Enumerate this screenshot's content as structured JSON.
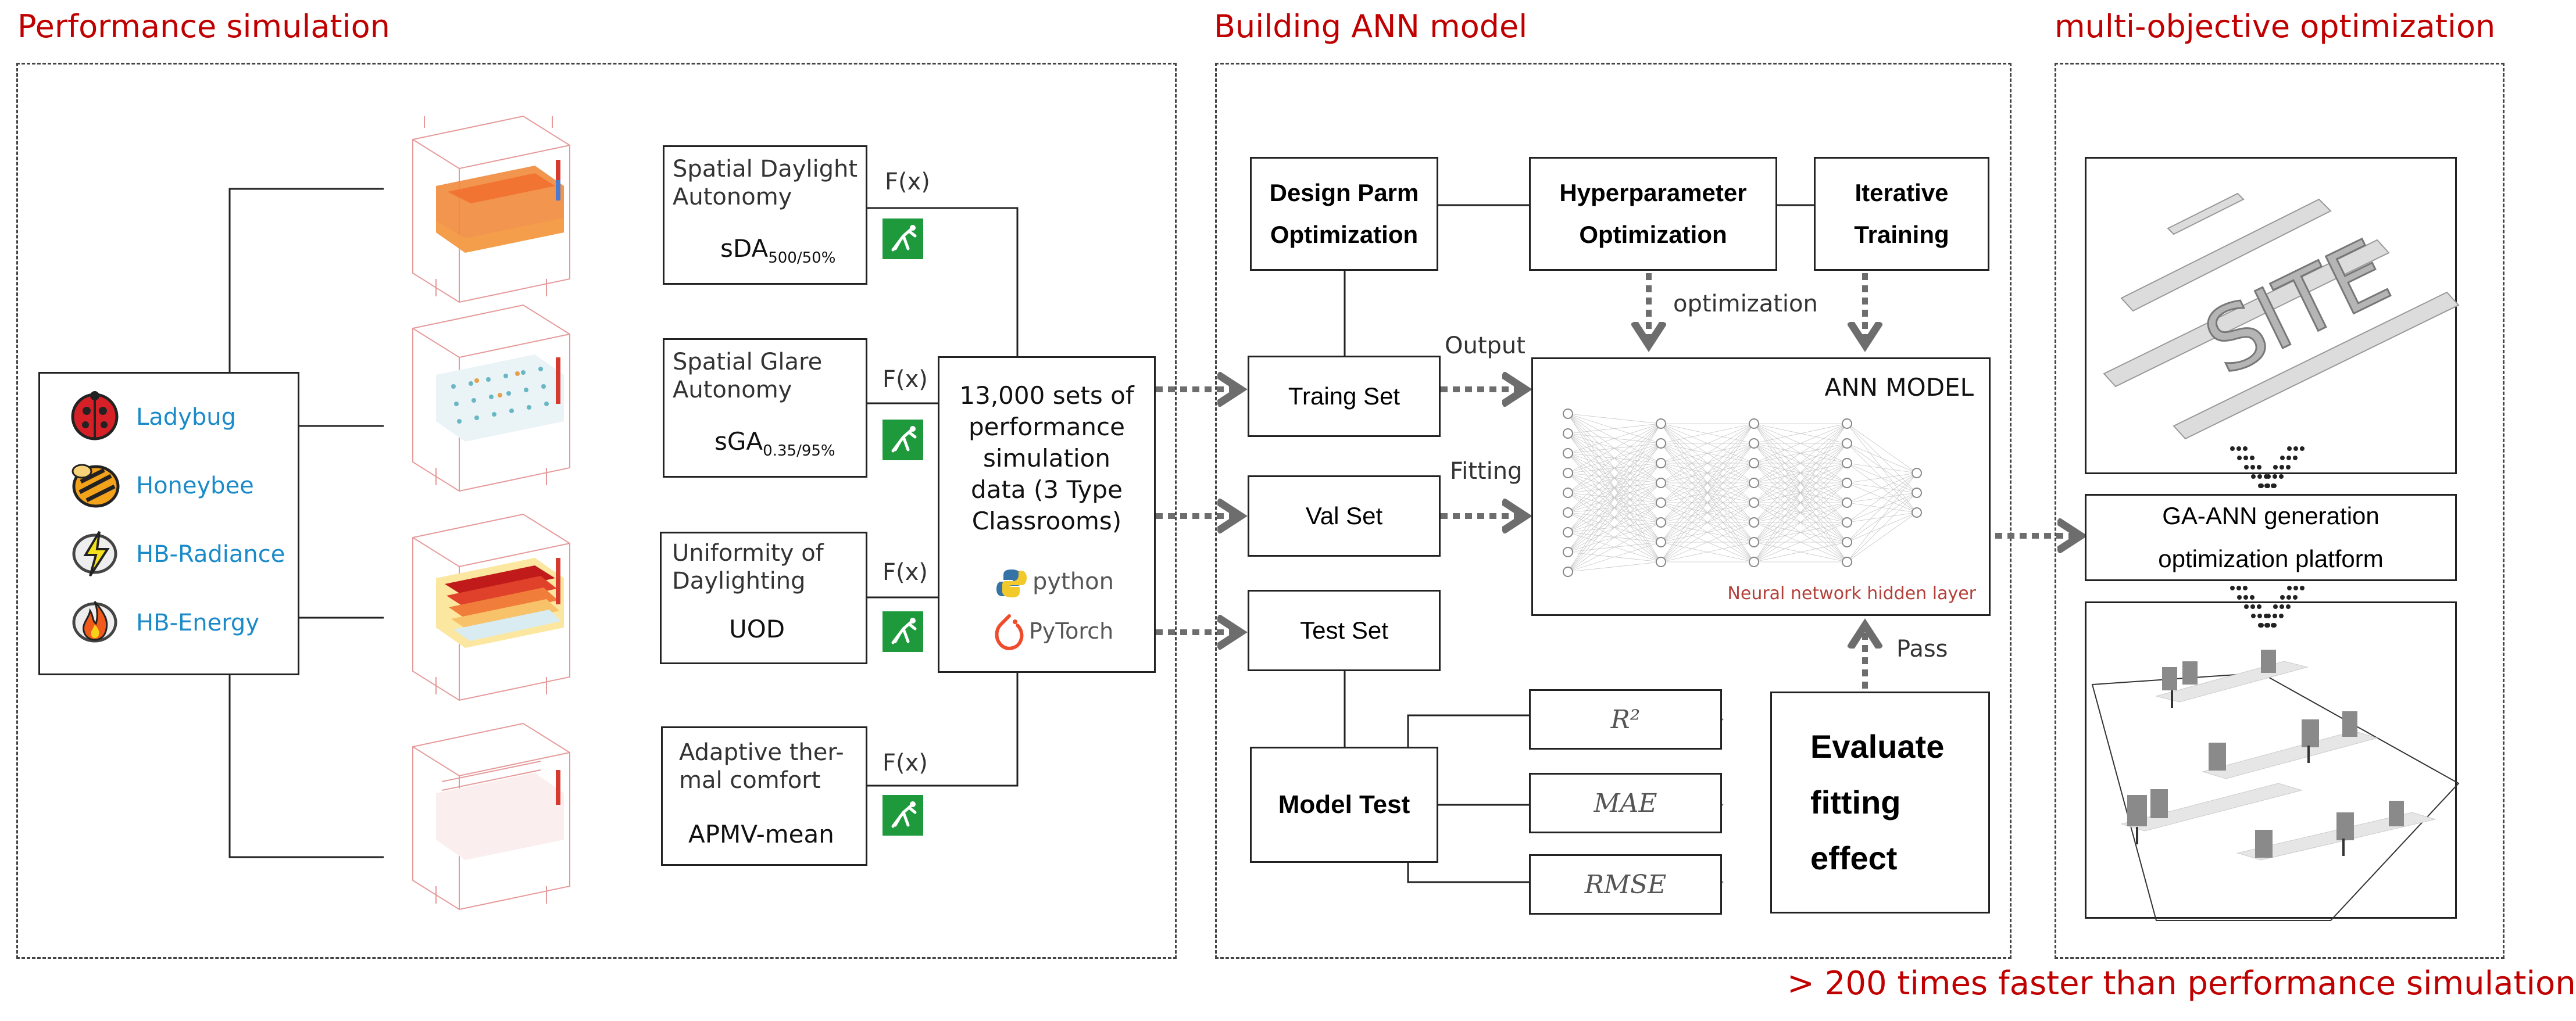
{
  "sections": {
    "perf_title": "Performance simulation",
    "ann_title": "Building ANN model",
    "moo_title": "multi-objective optimization",
    "footer": ">  200 times faster than performance simulation"
  },
  "plugins": [
    {
      "label": "Ladybug",
      "icon": "ladybug-icon"
    },
    {
      "label": "Honeybee",
      "icon": "honeybee-icon"
    },
    {
      "label": "HB-Radiance",
      "icon": "hb-radiance-icon"
    },
    {
      "label": "HB-Energy",
      "icon": "hb-energy-icon"
    }
  ],
  "metrics": [
    {
      "title": "Spatial Daylight Autonomy",
      "title_l1": "Spatial Daylight",
      "title_l2": "Autonomy",
      "abbr": "sDA",
      "sub": "500/50%",
      "fx": "F(x)"
    },
    {
      "title": "Spatial Glare Autonomy",
      "title_l1": "Spatial Glare",
      "title_l2": "Autonomy",
      "abbr": "sGA",
      "sub": "0.35/95%",
      "fx": "F(x)"
    },
    {
      "title": "Uniformity of Daylighting",
      "title_l1": "Uniformity of",
      "title_l2": "Daylighting",
      "abbr": "UOD",
      "sub": "",
      "fx": "F(x)"
    },
    {
      "title": "Adaptive thermal comfort",
      "title_l1": "Adaptive ther-",
      "title_l2": "mal comfort",
      "abbr": "APMV-mean",
      "sub": "",
      "fx": "F(x)"
    }
  ],
  "dataset": {
    "l1": "13,000 sets of",
    "l2": "performance",
    "l3": "simulation",
    "l4": "data (3 Type",
    "l5": "Classrooms)",
    "python": "python",
    "pytorch": "PyTorch"
  },
  "ann": {
    "design_parm_l1": "Design Parm",
    "design_parm_l2": "Optimization",
    "hyper_l1": "Hyperparameter",
    "hyper_l2": "Optimization",
    "iter_l1": "Iterative",
    "iter_l2": "Training",
    "optimization": "optimization",
    "training_set": "Traing Set",
    "val_set": "Val Set",
    "test_set": "Test Set",
    "output": "Output",
    "fitting": "Fitting",
    "ann_model": "ANN MODEL",
    "hidden_layer": "Neural network hidden layer",
    "pass": "Pass",
    "model_test": "Model Test",
    "r2": "R²",
    "mae": "MAE",
    "rmse": "RMSE",
    "eval_l1": "Evaluate",
    "eval_l2": "fitting",
    "eval_l3": "effect"
  },
  "moo": {
    "site": "SITE",
    "ga_l1": "GA-ANN generation",
    "ga_l2": "optimization platform"
  },
  "colors": {
    "accent_red": "#c00000",
    "plugin_blue": "#1b8ac9",
    "grasshopper_green": "#1e9a3c",
    "arrow_gray": "#6d6d6d"
  }
}
